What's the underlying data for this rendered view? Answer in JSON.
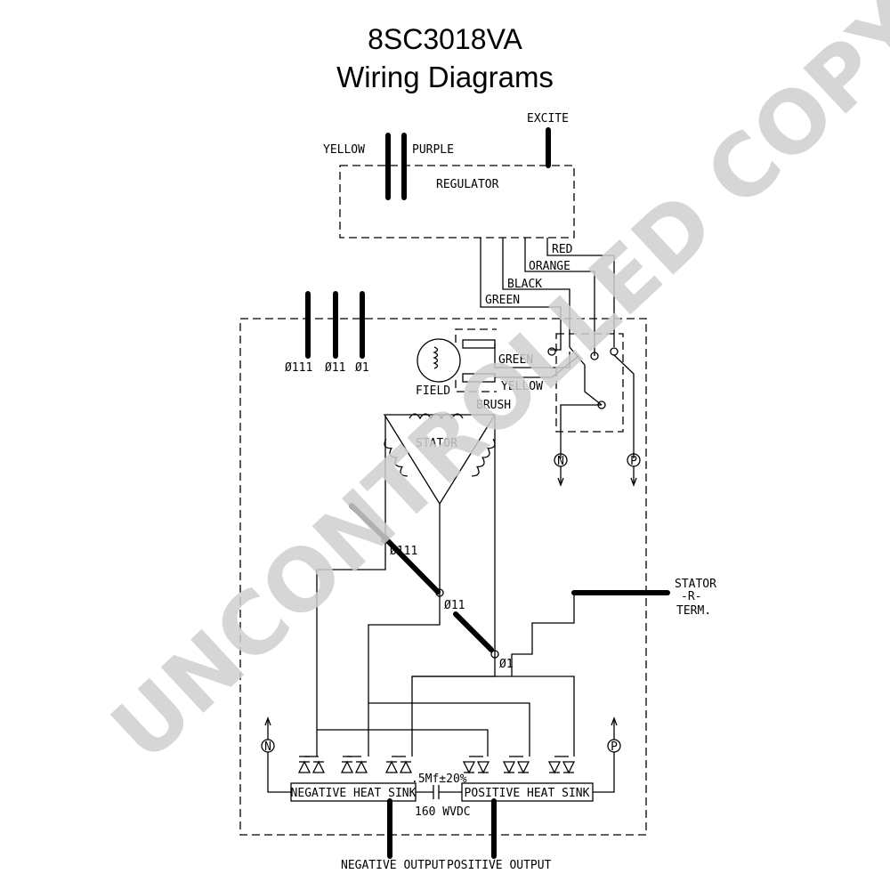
{
  "title": {
    "model": "8SC3018VA",
    "subtitle": "Wiring Diagrams"
  },
  "watermark": "UNCONTROLLED COPY",
  "regulator": {
    "label": "REGULATOR",
    "excite": "EXCITE",
    "yellow": "YELLOW",
    "purple": "PURPLE",
    "wires": {
      "red": "RED",
      "orange": "ORANGE",
      "black": "BLACK",
      "green": "GREEN"
    }
  },
  "phases": {
    "p111": "Ø111",
    "p11": "Ø11",
    "p1": "Ø1"
  },
  "field": {
    "label": "FIELD",
    "brush": "BRUSH",
    "green": "GREEN",
    "yellow": "YELLOW"
  },
  "stator": {
    "label": "STATOR",
    "term_line1": "STATOR",
    "term_line2": "-R-",
    "term_line3": "TERM."
  },
  "terminals": {
    "n": "N",
    "p": "P"
  },
  "heat_sinks": {
    "negative": "NEGATIVE HEAT SINK",
    "positive": "POSITIVE HEAT SINK"
  },
  "capacitor": {
    "value": ".5Mf±20%",
    "rating": "160 WVDC"
  },
  "outputs": {
    "negative": "NEGATIVE OUTPUT",
    "positive": "POSITIVE OUTPUT"
  }
}
